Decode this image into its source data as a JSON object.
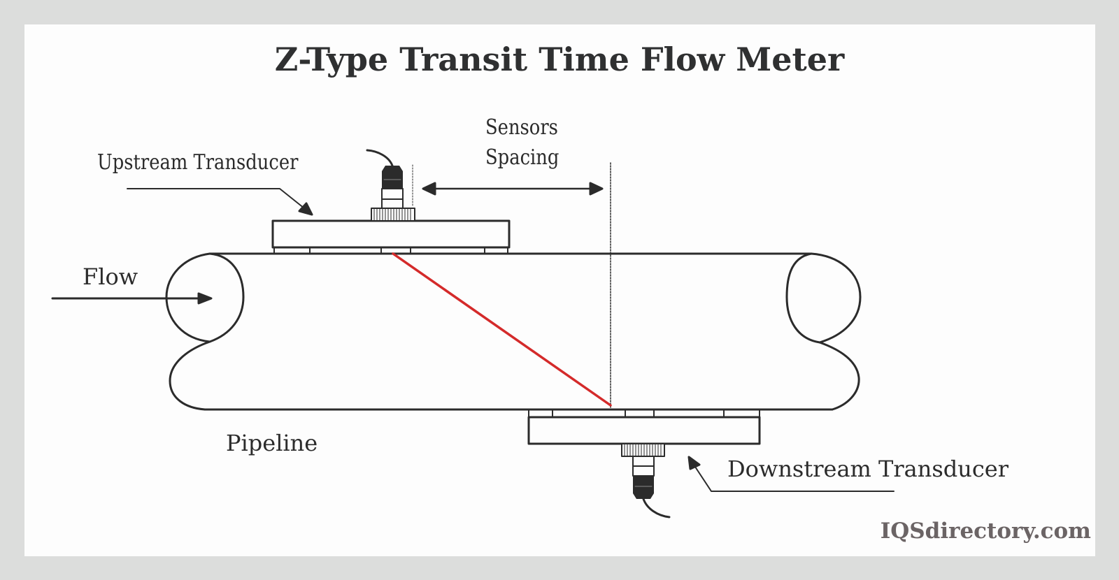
{
  "title": "Z-Type Transit Time Flow Meter",
  "labels": {
    "upstream_transducer": "Upstream Transducer",
    "sensors_spacing_line1": "Sensors",
    "sensors_spacing_line2": "Spacing",
    "flow": "Flow",
    "pipeline": "Pipeline",
    "downstream_transducer": "Downstream Transducer"
  },
  "brand": "IQSdirectory.com",
  "colors": {
    "background": "#dcdddc",
    "panel": "#fdfdfd",
    "line": "#2b2b2b",
    "signal_path": "#d42a2a",
    "title": "#2f3031",
    "brand": "#6b6465"
  }
}
